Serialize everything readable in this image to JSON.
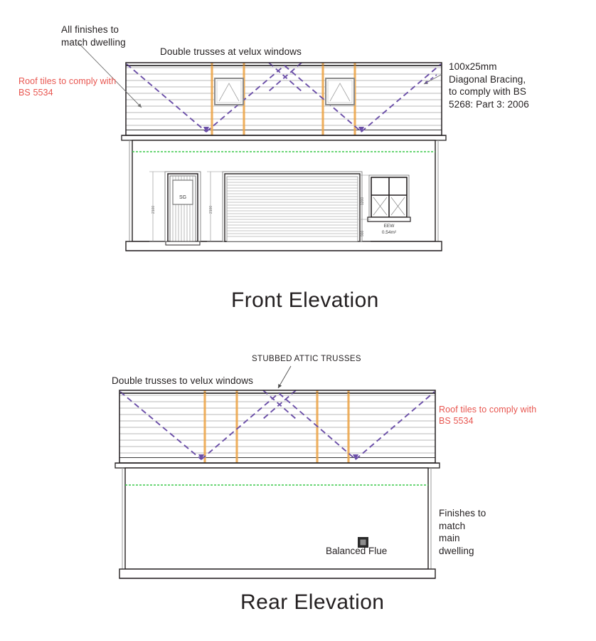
{
  "drawing": {
    "type": "architectural-elevation-drawing",
    "sheet_size": [
      838,
      900
    ],
    "background": "#ffffff"
  },
  "colors": {
    "ink": "#231f20",
    "note_red": "#e8554f",
    "bracing_purple": "#6b4fa8",
    "truss_orange": "#f0a84a",
    "dpc_green": "#3cc84a",
    "tile_line": "#b8b8b8",
    "dim_grey": "#6d6d6d"
  },
  "front_elevation": {
    "title": "Front Elevation",
    "annotations": {
      "finishes": "All finishes to\nmatch dwelling",
      "roof_tiles": "Roof tiles to comply with\nBS 5534",
      "double_trusses": "Double trusses at velux windows",
      "bracing": "100x25mm\nDiagonal Bracing,\nto comply with BS\n5268: Part 3: 2006"
    },
    "openings": [
      {
        "name": "personnel-door",
        "label": "SG",
        "dimension": "2100",
        "type": "panelled-door"
      },
      {
        "name": "garage-door",
        "label": "",
        "dimension": "2100",
        "type": "sectional-up-and-over"
      },
      {
        "name": "side-window",
        "label": "EEW",
        "area": "0.54m²",
        "dimension_head": "1200",
        "dimension_sill": "900",
        "type": "casement-window-4-pane"
      }
    ],
    "velux_windows": 2,
    "truss_lines": 4
  },
  "rear_elevation": {
    "title": "Rear Elevation",
    "annotations": {
      "stubbed_trusses": "STUBBED ATTIC TRUSSES",
      "double_trusses": "Double trusses to velux windows",
      "roof_tiles": "Roof tiles to comply with\nBS 5534",
      "finishes": "Finishes to\nmatch\nmain\ndwelling"
    },
    "features": [
      {
        "name": "balanced-flue",
        "label": "Balanced Flue"
      }
    ],
    "velux_windows": 0,
    "truss_lines": 4
  }
}
